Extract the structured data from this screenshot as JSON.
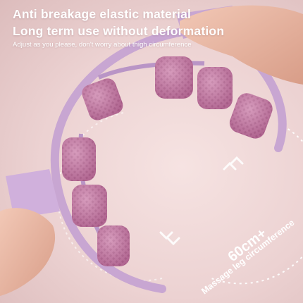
{
  "headlines": {
    "line1": "Anti breakage elastic material",
    "line2": "Long term use without deformation",
    "line3": "Adjust as you please, don't worry about thigh circumference"
  },
  "measurement": {
    "size": "60cm+",
    "caption": "Massage leg circumference"
  },
  "colors": {
    "background": "#ecd2d2",
    "frame": "#c8a6d2",
    "roller": "#c97aa6",
    "roller_dark": "#a85d88",
    "skin": "#e9b8a4",
    "text": "#ffffff"
  }
}
